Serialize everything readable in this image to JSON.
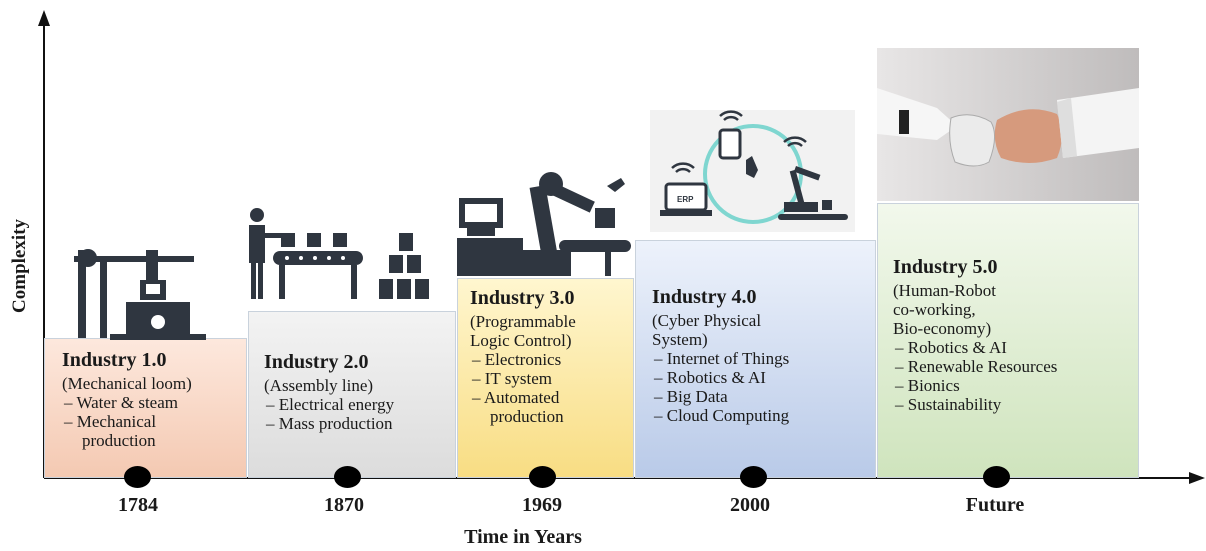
{
  "axes": {
    "y_label": "Complexity",
    "x_label": "Time in Years"
  },
  "stages": [
    {
      "title": "Industry 1.0",
      "subtitle": [
        "(Mechanical loom)"
      ],
      "bullets": [
        "Water & steam",
        "Mechanical production"
      ],
      "year": "1784",
      "color": "#f4c9b2",
      "icon": "steam-engine-icon"
    },
    {
      "title": "Industry 2.0",
      "subtitle": [
        "(Assembly line)"
      ],
      "bullets": [
        "Electrical energy",
        "Mass production"
      ],
      "year": "1870",
      "color": "#dcdcdc",
      "icon": "assembly-line-icon"
    },
    {
      "title": "Industry 3.0",
      "subtitle": [
        "(Programmable",
        "Logic Control)"
      ],
      "bullets": [
        "Electronics",
        "IT system",
        "Automated production"
      ],
      "year": "1969",
      "color": "#f8dd83",
      "icon": "robot-arm-computer-icon"
    },
    {
      "title": "Industry 4.0",
      "subtitle": [
        "(Cyber Physical",
        "System)"
      ],
      "bullets": [
        "Internet of Things",
        "Robotics & AI",
        "Big Data",
        "Cloud Computing"
      ],
      "year": "2000",
      "color": "#b9cae8",
      "icon": "connected-devices-icon",
      "icon_text": "ERP"
    },
    {
      "title": "Industry 5.0",
      "subtitle": [
        "(Human-Robot",
        "co-working,",
        "Bio-economy)"
      ],
      "bullets": [
        "Robotics & AI",
        "Renewable Resources",
        "Bionics",
        "Sustainability"
      ],
      "year": "Future",
      "color": "#cfe4bd",
      "icon": "human-robot-fist-bump-photo"
    }
  ]
}
